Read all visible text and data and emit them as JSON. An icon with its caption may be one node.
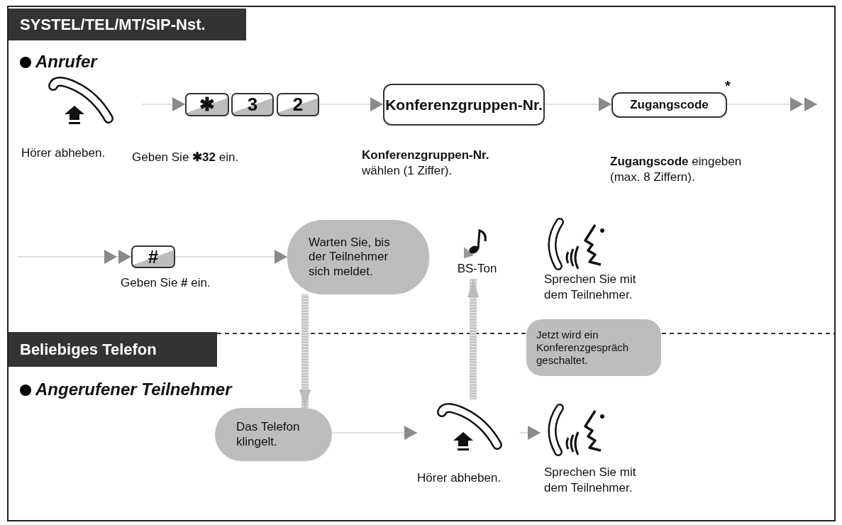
{
  "diagram": {
    "nodes": [
      {
        "text": [
          "SYSTEL/TEL/MT/SIP-Nst."
        ]
      },
      {
        "text": [],
        "shape": "picture",
        "beside": [
          "Hörer abheben."
        ]
      },
      {
        "text": [
          "✱"
        ],
        "beside": [
          "Geben Sie **✱32** ein."
        ]
      },
      {
        "text": [
          "3"
        ]
      },
      {
        "text": [
          "2"
        ]
      },
      {
        "text": [
          "Konferenzgruppen-Nr."
        ],
        "beside": [
          "**Konferenzgruppen-Nr.** wählen (1 Ziffer)."
        ]
      },
      {
        "text": [
          "Zugangscode"
        ],
        "beside": [
          "**Zugangscode** eingeben (max. 8 Ziffern)."
        ]
      },
      {
        "text": [
          "#"
        ],
        "beside": [
          "Geben Sie **#** ein."
        ]
      },
      {
        "text": [
          "Warten Sie, bis der Teilnehmer sich meldet."
        ]
      },
      {
        "text": [],
        "shape": "picture",
        "beside": [
          "BS-Ton"
        ]
      },
      {
        "text": [],
        "shape": "picture",
        "beside": [
          "Sprechen Sie mit dem Teilnehmer."
        ]
      },
      {
        "text": [
          "Jetzt wird ein Konferenzgespräch geschaltet."
        ]
      },
      {
        "text": [
          "Beliebiges Telefon"
        ]
      },
      {
        "text": [
          "Das Telefon klingelt."
        ]
      },
      {
        "text": [],
        "shape": "picture",
        "beside": [
          "Hörer abheben."
        ]
      },
      {
        "text": [],
        "shape": "picture",
        "beside": [
          "Sprechen Sie mit dem Teilnehmer."
        ]
      }
    ],
    "edges": [
      {
        "from": 1,
        "to": 2,
        "arrow": "to"
      },
      {
        "from": 4,
        "to": 5,
        "arrow": "to"
      },
      {
        "from": 5,
        "to": 6,
        "arrow": "to"
      },
      {
        "from": 6,
        "to": null,
        "arrow": "to"
      },
      {
        "from": null,
        "to": 7,
        "arrow": "to"
      },
      {
        "from": 7,
        "to": 8,
        "arrow": "to"
      },
      {
        "from": 8,
        "to": 13,
        "arrow": "to",
        "style": "thick"
      },
      {
        "from": 13,
        "to": 14,
        "arrow": "to"
      },
      {
        "from": 14,
        "to": 9,
        "arrow": "to",
        "style": "thick"
      },
      {
        "from": 14,
        "to": 15,
        "arrow": "to"
      }
    ],
    "labels": [
      "Anrufer",
      "*",
      "Angerufener Teilnehmer"
    ]
  }
}
